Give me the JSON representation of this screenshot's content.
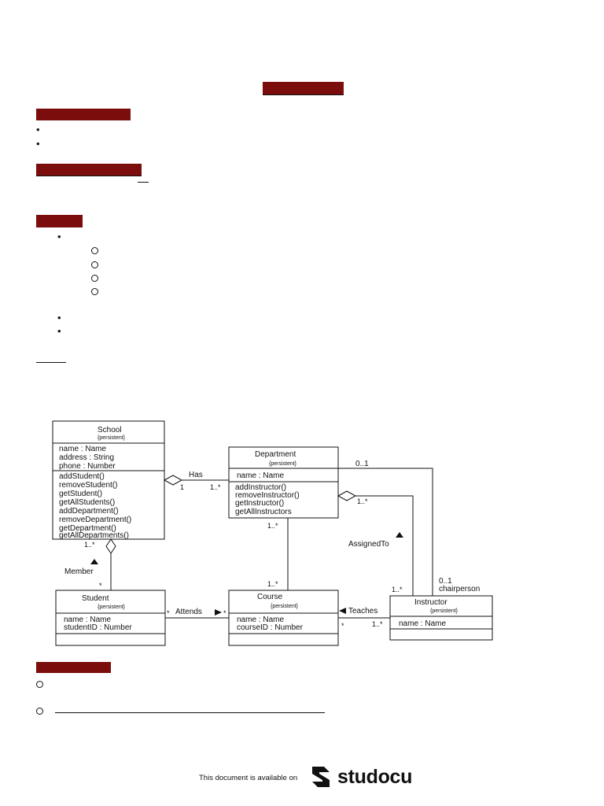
{
  "diagram": {
    "classes": {
      "school": {
        "name": "School",
        "stereotype": "{persistent}",
        "attributes": [
          "name : Name",
          "address : String",
          "phone : Number"
        ],
        "operations": [
          "addStudent()",
          "removeStudent()",
          "getStudent()",
          "getAllStudents()",
          "addDepartment()",
          "removeDepartment()",
          "getDepartment()",
          "getAllDepartments()"
        ]
      },
      "department": {
        "name": "Department",
        "stereotype": "{persistent}",
        "attributes": [
          "name : Name"
        ],
        "operations": [
          "addInstructor()",
          "removeInstructor()",
          "getInstructor()",
          "getAllInstructors"
        ]
      },
      "student": {
        "name": "Student",
        "stereotype": "{persistent}",
        "attributes": [
          "name : Name",
          "studentID : Number"
        ]
      },
      "course": {
        "name": "Course",
        "stereotype": "{persistent}",
        "attributes": [
          "name : Name",
          "courseID : Number"
        ]
      },
      "instructor": {
        "name": "Instructor",
        "stereotype": "{persistent}",
        "attributes": [
          "name : Name"
        ]
      }
    },
    "associations": {
      "has": "Has",
      "member": "Member",
      "attends": "Attends",
      "teaches": "Teaches",
      "assigned_to": "AssignedTo",
      "chairperson": "chairperson"
    },
    "multiplicities": {
      "has_school": "1",
      "has_department": "1..*",
      "school_member": "1..*",
      "student_member": "*",
      "department_course": "1..*",
      "course_department": "1..*",
      "student_attends": "*",
      "course_attends": "*",
      "department_assigned": "1..*",
      "instructor_assigned": "1..*",
      "course_teaches": "*",
      "instructor_teaches": "1..*",
      "department_chair": "0..1",
      "instructor_chair": "0..1"
    }
  },
  "footer": {
    "available_text": "This document is available on",
    "brand": "studocu"
  },
  "colors": {
    "heading_bar": "#7b0d0d"
  }
}
